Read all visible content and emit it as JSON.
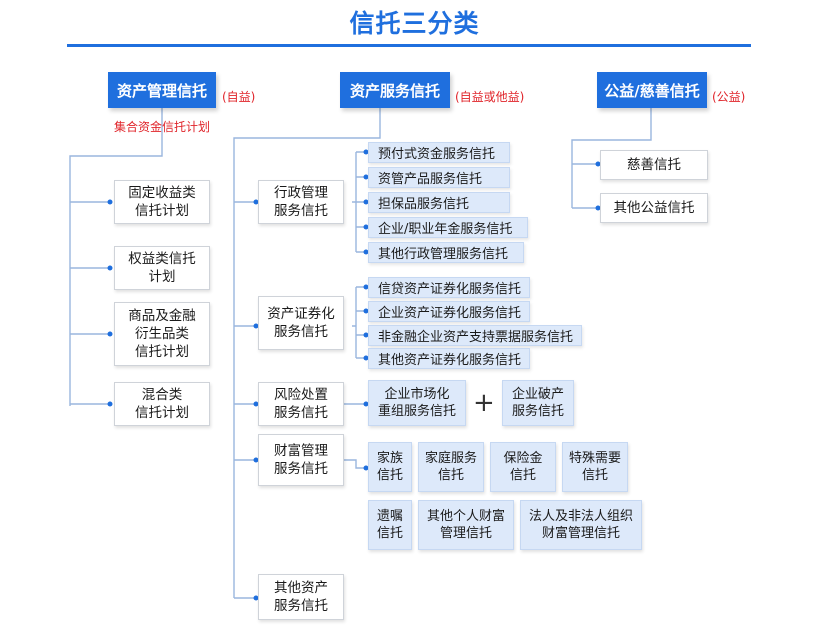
{
  "title": "信托三分类",
  "categories": {
    "asset_mgmt": {
      "label": "资产管理信托",
      "note": "(自益)",
      "sub_note": "集合资金信托计划"
    },
    "asset_service": {
      "label": "资产服务信托",
      "note": "(自益或他益)"
    },
    "charity": {
      "label": "公益/慈善信托",
      "note": "(公益)"
    }
  },
  "asset_mgmt_items": [
    "固定收益类\n信托计划",
    "权益类信托\n计划",
    "商品及金融\n衍生品类\n信托计划",
    "混合类\n信托计划"
  ],
  "service_groups": {
    "admin": {
      "label": "行政管理\n服务信托",
      "items": [
        "预付式资金服务信托",
        "资管产品服务信托",
        "担保品服务信托",
        "企业/职业年金服务信托",
        "其他行政管理服务信托"
      ]
    },
    "securitization": {
      "label": "资产证券化\n服务信托",
      "items": [
        "信贷资产证券化服务信托",
        "企业资产证券化服务信托",
        "非金融企业资产支持票据服务信托",
        "其他资产证券化服务信托"
      ]
    },
    "risk": {
      "label": "风险处置\n服务信托",
      "items": [
        "企业市场化\n重组服务信托",
        "企业破产\n服务信托"
      ],
      "plus": "+"
    },
    "wealth": {
      "label": "财富管理\n服务信托",
      "items": [
        "家族\n信托",
        "家庭服务\n信托",
        "保险金\n信托",
        "特殊需要\n信托",
        "遗嘱\n信托",
        "其他个人财富\n管理信托",
        "法人及非法人组织\n财富管理信托"
      ]
    },
    "other": {
      "label": "其他资产\n服务信托"
    }
  },
  "charity_items": [
    "慈善信托",
    "其他公益信托"
  ],
  "colors": {
    "accent": "#1f6fde",
    "note": "#e0242a",
    "box_fill": "#dde9fa",
    "line": "#9ab6de"
  }
}
